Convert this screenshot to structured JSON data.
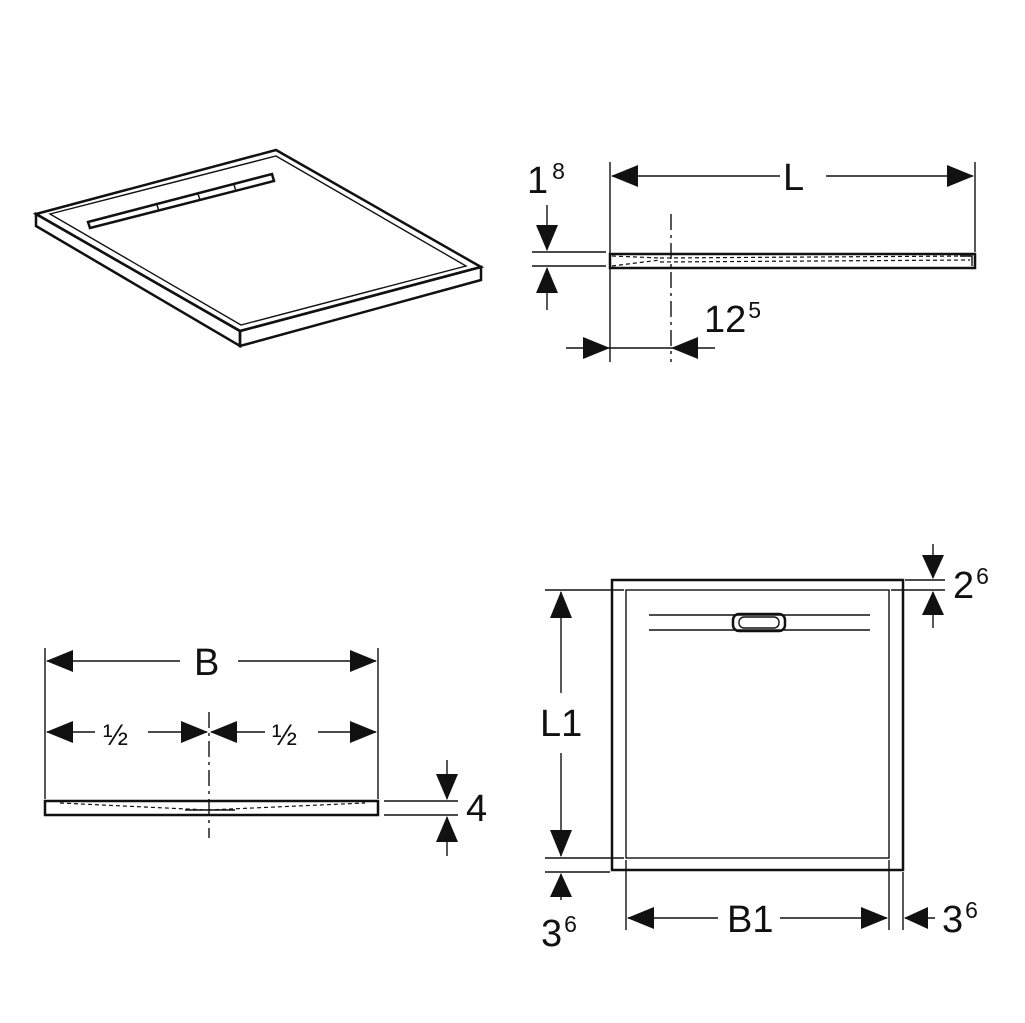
{
  "labels": {
    "top_length": "L",
    "top_height_main": "1",
    "top_height_sup": "8",
    "top_offset_main": "12",
    "top_offset_sup": "5",
    "bottom_width": "B",
    "half_left": "½",
    "half_right": "½",
    "bottom_height": "4",
    "plan_length": "L1",
    "plan_width": "B1",
    "plan_top_main": "2",
    "plan_top_sup": "6",
    "plan_left_main": "3",
    "plan_left_sup": "6",
    "plan_right_main": "3",
    "plan_right_sup": "6"
  }
}
